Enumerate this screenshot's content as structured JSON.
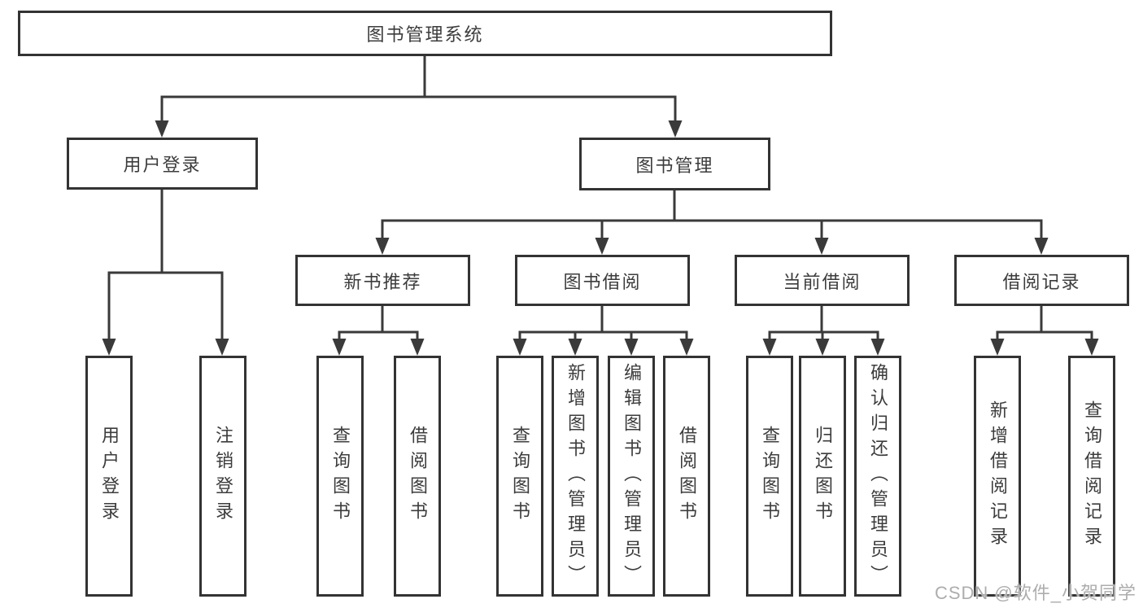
{
  "diagram": {
    "type": "tree",
    "colors": {
      "line": "#3a3a3a",
      "border": "#333333",
      "text": "#3c3c3c",
      "background": "#ffffff",
      "watermark": "#adadad"
    },
    "tree": {
      "root": {
        "label": "图书管理系统",
        "children": [
          {
            "label": "用户登录",
            "children": [
              {
                "label": "用户登录"
              },
              {
                "label": "注销登录"
              }
            ]
          },
          {
            "label": "图书管理",
            "children": [
              {
                "label": "新书推荐",
                "children": [
                  {
                    "label": "查询图书"
                  },
                  {
                    "label": "借阅图书"
                  }
                ]
              },
              {
                "label": "图书借阅",
                "children": [
                  {
                    "label": "查询图书"
                  },
                  {
                    "label": "新增图书（管理员）"
                  },
                  {
                    "label": "编辑图书（管理员）"
                  },
                  {
                    "label": "借阅图书"
                  }
                ]
              },
              {
                "label": "当前借阅",
                "children": [
                  {
                    "label": "查询图书"
                  },
                  {
                    "label": "归还图书"
                  },
                  {
                    "label": "确认归还（管理员）"
                  }
                ]
              },
              {
                "label": "借阅记录",
                "children": [
                  {
                    "label": "新增借阅记录"
                  },
                  {
                    "label": "查询借阅记录"
                  }
                ]
              }
            ]
          }
        ]
      }
    },
    "watermark": "CSDN @软件_小贺同学"
  }
}
